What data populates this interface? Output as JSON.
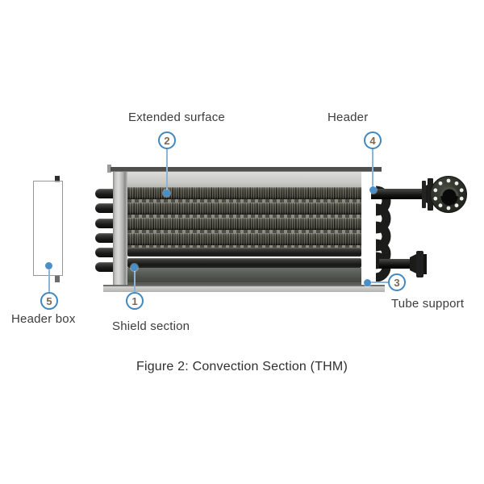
{
  "figure": {
    "caption": "Figure 2: Convection Section (THM)"
  },
  "callouts": [
    {
      "number": "1",
      "label": "Shield section"
    },
    {
      "number": "2",
      "label": "Extended surface"
    },
    {
      "number": "3",
      "label": "Tube support"
    },
    {
      "number": "4",
      "label": "Header"
    },
    {
      "number": "5",
      "label": "Header box"
    }
  ],
  "colors": {
    "callout_circle_stroke": "#4188c0",
    "callout_leader_line": "#8cb6d9",
    "callout_dot": "#4a90c8",
    "callout_number_text": "#7b6850",
    "label_text": "#3c3c3c",
    "caption_text": "#2f2f2f",
    "casing_light_gray": "#c9c9c7",
    "tube_metal_dark": "#1d1d1b",
    "background": "#ffffff"
  }
}
